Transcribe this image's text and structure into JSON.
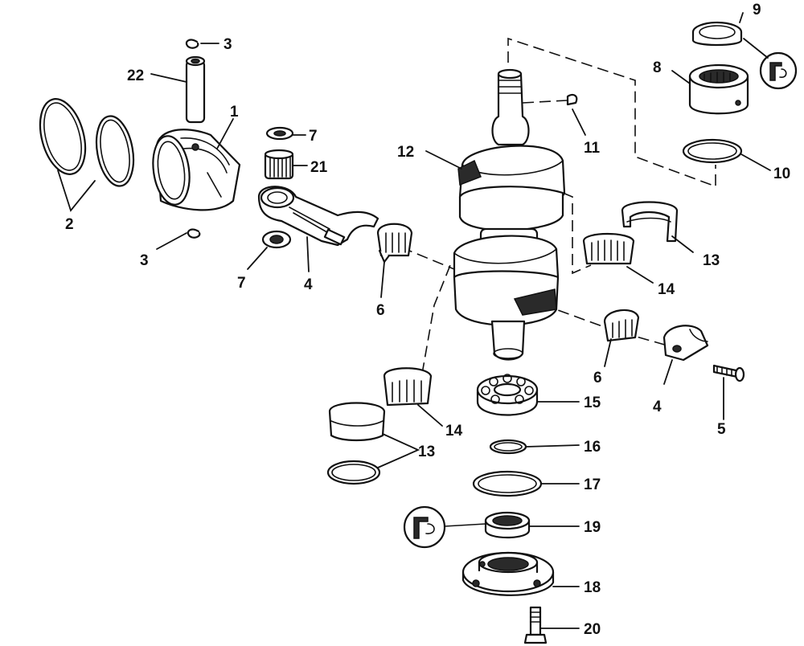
{
  "callouts": {
    "c1": "1",
    "c2": "2",
    "c3a": "3",
    "c3b": "3",
    "c4a": "4",
    "c4b": "4",
    "c5": "5",
    "c6a": "6",
    "c6b": "6",
    "c7a": "7",
    "c7b": "7",
    "c8": "8",
    "c9": "9",
    "c10": "10",
    "c11": "11",
    "c12": "12",
    "c13a": "13",
    "c13b": "13",
    "c14a": "14",
    "c14b": "14",
    "c15": "15",
    "c16": "16",
    "c17": "17",
    "c18": "18",
    "c19": "19",
    "c20": "20",
    "c21": "21",
    "c22": "22"
  },
  "colors": {
    "ink": "#111111",
    "paper": "#ffffff"
  }
}
